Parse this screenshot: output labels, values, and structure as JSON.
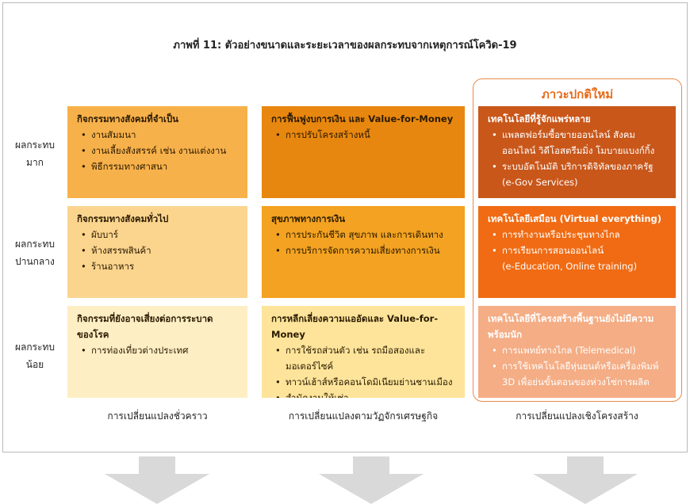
{
  "title": "ภาพที่ 11: ตัวอย่างขนาดและระยะเวลาของผลกระทบจากเหตุการณ์โควิด-19",
  "new_normal_label": "ภาวะปกติใหม่",
  "rows": [
    {
      "lines": [
        "ผลกระทบ",
        "มาก"
      ]
    },
    {
      "lines": [
        "ผลกระทบ",
        "ปานกลาง"
      ]
    },
    {
      "lines": [
        "ผลกระทบ",
        "น้อย"
      ]
    }
  ],
  "columns": [
    "การเปลี่ยนแปลงชั่วคราว",
    "การเปลี่ยนแปลงตามวัฏจักรเศรษฐกิจ",
    "การเปลี่ยนแปลงเชิงโครงสร้าง"
  ],
  "cells": {
    "c1r1": {
      "head": "กิจกรรมทางสังคมที่จำเป็น",
      "items": [
        "งานสัมมนา",
        "งานเลี้ยงสังสรรค์ เช่น งานแต่งงาน",
        "พิธีกรรมทางศาสนา"
      ]
    },
    "c1r2": {
      "head": "กิจกรรมทางสังคมทั่วไป",
      "items": [
        "ผับบาร์",
        "ห้างสรรพสินค้า",
        "ร้านอาหาร"
      ]
    },
    "c1r3": {
      "head_lines": [
        "กิจกรรมที่ยังอาจเสี่ยงต่อการระบาด",
        "ของโรค"
      ],
      "items": [
        "การท่องเที่ยวต่างประเทศ"
      ]
    },
    "c2r1": {
      "head": "การฟื้นฟูงบการเงิน และ Value-for-Money",
      "items": [
        "การปรับโครงสร้างหนี้"
      ]
    },
    "c2r2": {
      "head": "สุขภาพทางการเงิน",
      "items": [
        "การประกันชีวิต สุขภาพ และการเดินทาง",
        "การบริการจัดการความเสี่ยงทางการเงิน"
      ]
    },
    "c2r3": {
      "head": "การหลีกเลี่ยงความแออัดและ Value-for-Money",
      "items": [
        {
          "line1": "การใช้รถส่วนตัว เช่น รถมือสองและ",
          "line2": "มอเตอร์ไซค์"
        },
        "ทาวน์เฮ้าส์หรือคอนโดมิเนียมย่านชานเมือง",
        "สำนักงานให้เช่า"
      ]
    },
    "c3r1": {
      "head": "เทคโนโลยีที่รู้จักแพร่หลาย",
      "item1_line1": "แพลตฟอร์มซื้อขายออนไลน์ สังคม",
      "item1_line2": "ออนไลน์ วิดีโอสตรีมมิ่ง โมบายแบงก์กิ้ง",
      "item2": "ระบบอัตโนมัติ บริการดิจิทัลของภาครัฐ",
      "item2_extra": "(e-Gov Services)"
    },
    "c3r2": {
      "head": "เทคโนโลยีเสมือน (Virtual everything)",
      "items": [
        "การทำงานหรือประชุมทางไกล",
        "การเรียนการสอนออนไลน์"
      ],
      "extra": "(e-Education, Online training)"
    },
    "c3r3": {
      "head_lines": [
        "เทคโนโลยีที่โครงสร้างพื้นฐานยังไม่มีความ",
        "พร้อมนัก"
      ],
      "item1": "การแพทย์ทางไกล (Telemedical)",
      "item2_line1": "การใช้เทคโนโลยีหุ่นยนต์หรือเครื่องพิมพ์",
      "item2_line2": "3D เพื่อย่นขั้นตอนของห่วงโซ่การผลิต"
    }
  },
  "colors": {
    "c1r1": "#f7b14a",
    "c1r2": "#fbd48e",
    "c1r3": "#fdeec4",
    "c2r1": "#e8870f",
    "c2r2": "#f3a221",
    "c2r3": "#fde49a",
    "c3r1": "#c9571a",
    "c3r2": "#f06b14",
    "c3r3": "#f4ad85",
    "frame": "#e8894a",
    "arrow": "#d9d9d9"
  }
}
